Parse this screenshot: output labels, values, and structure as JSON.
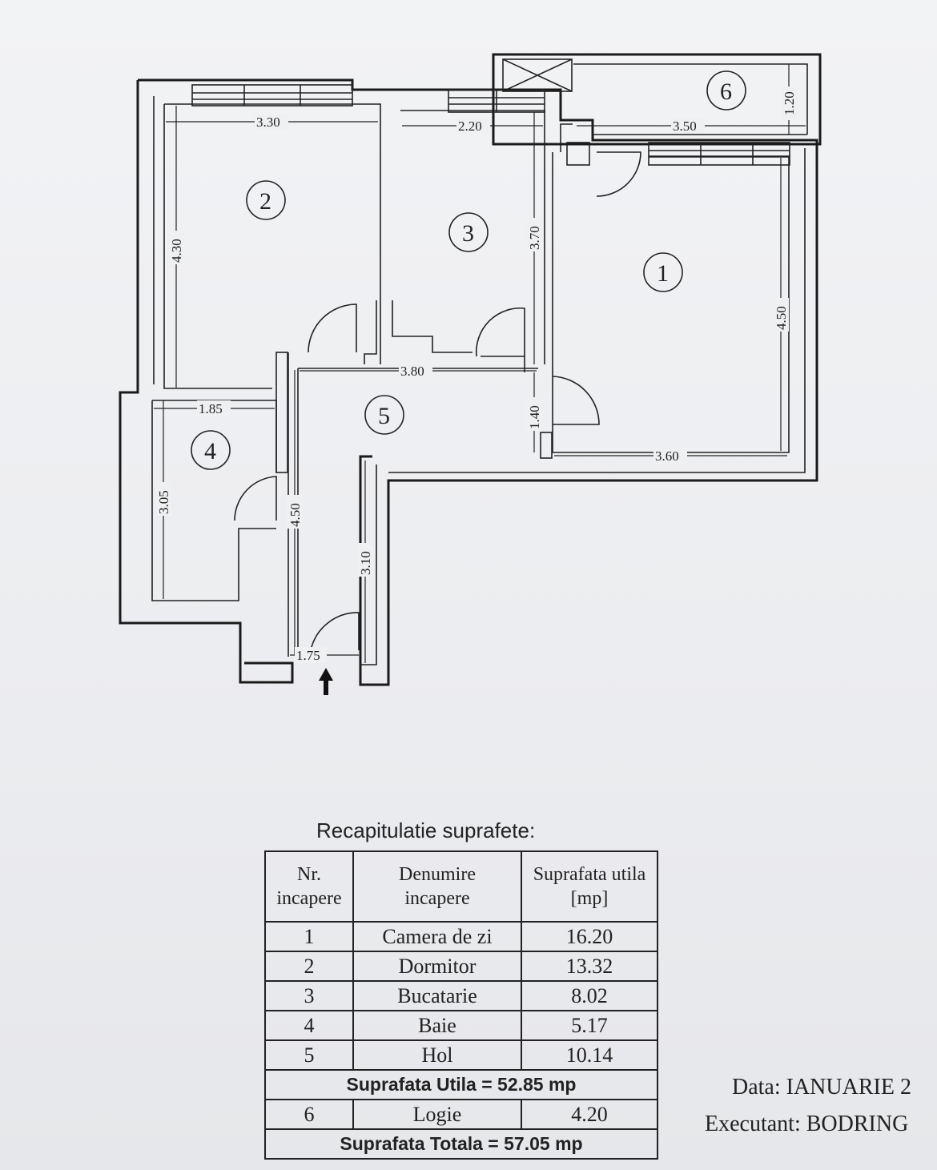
{
  "plan": {
    "rooms": [
      {
        "number": "1"
      },
      {
        "number": "2"
      },
      {
        "number": "3"
      },
      {
        "number": "4"
      },
      {
        "number": "5"
      },
      {
        "number": "6"
      }
    ],
    "dimensions": {
      "d330": "3.30",
      "d220": "2.20",
      "d350": "3.50",
      "d120": "1.20",
      "d430": "4.30",
      "d370": "3.70",
      "d450r": "4.50",
      "d380": "3.80",
      "d140": "1.40",
      "d360": "3.60",
      "d185": "1.85",
      "d305": "3.05",
      "d450h": "4.50",
      "d310": "3.10",
      "d175": "1.75"
    }
  },
  "recap": {
    "title": "Recapitulatie suprafete:",
    "headers": {
      "nr_line1": "Nr.",
      "nr_line2": "incapere",
      "name_line1": "Denumire",
      "name_line2": "incapere",
      "area_line1": "Suprafata utila",
      "area_line2": "[mp]"
    },
    "rows": [
      {
        "nr": "1",
        "name": "Camera de zi",
        "area": "16.20"
      },
      {
        "nr": "2",
        "name": "Dormitor",
        "area": "13.32"
      },
      {
        "nr": "3",
        "name": "Bucatarie",
        "area": "8.02"
      },
      {
        "nr": "4",
        "name": "Baie",
        "area": "5.17"
      },
      {
        "nr": "5",
        "name": "Hol",
        "area": "10.14"
      }
    ],
    "useful_total": "Suprafata Utila  =  52.85 mp",
    "logia_row": {
      "nr": "6",
      "name": "Logie",
      "area": "4.20"
    },
    "grand_total": "Suprafata Totala  = 57.05 mp"
  },
  "footer": {
    "date_label": "Data:",
    "date_value": "IANUARIE 2",
    "executant_label": "Executant:",
    "executant_value": "BODRING"
  }
}
